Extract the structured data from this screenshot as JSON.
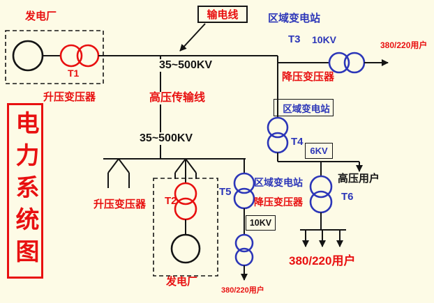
{
  "colors": {
    "background": "#fdfbe6",
    "line": "#141414",
    "red_accent": "#e81010",
    "blue_accent": "#2c36b8"
  },
  "title_panel": {
    "text": "电力系统图"
  },
  "transmission_box": {
    "label": "输电线"
  },
  "top_plant": {
    "name": "发电厂",
    "transformer_id": "T1",
    "transformer_type": "升压变压器"
  },
  "main_line": {
    "voltage": "35~500KV",
    "name": "高压传输线"
  },
  "feeder_bus": {
    "voltage": "35~500KV"
  },
  "t3_branch": {
    "substation": "区域变电站",
    "transformer_id": "T3",
    "voltage": "10KV",
    "transformer_type": "降压变压器",
    "users": "380/220用户"
  },
  "t4_branch": {
    "substation": "区域变电站",
    "transformer_id": "T4",
    "voltage": "6KV",
    "hv_user": "高压用户"
  },
  "t5_branch": {
    "transformer_id": "T5",
    "substation": "区域变电站",
    "transformer_type": "降压变压器",
    "voltage": "10KV",
    "users": "380/220用户"
  },
  "t6_branch": {
    "transformer_id": "T6",
    "users": "380/220用户"
  },
  "bottom_plant": {
    "name": "发电厂",
    "transformer_id": "T2",
    "transformer_type": "升压变压器"
  }
}
